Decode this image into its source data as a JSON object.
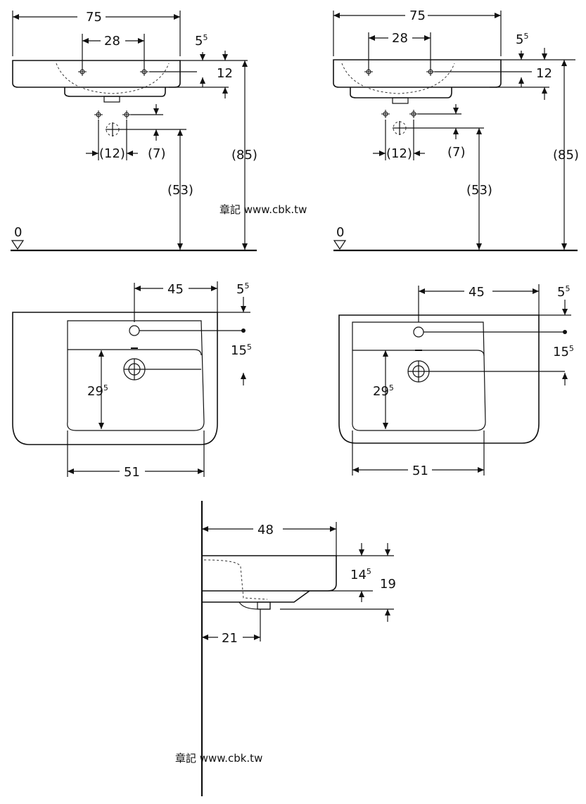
{
  "front": {
    "width": "75",
    "tap_spacing": "28",
    "top_offset": {
      "base": "5",
      "sup": "5"
    },
    "bowl_depth": "12",
    "drain_spacing": "(12)",
    "drain_offset": "(7)",
    "drain_height": "(53)",
    "rim_height": "(85)",
    "floor_level": "0"
  },
  "plan": {
    "tap_offset": "45",
    "top_offset": {
      "base": "5",
      "sup": "5"
    },
    "tap_to_drain": {
      "base": "15",
      "sup": "5"
    },
    "bowl_length": {
      "base": "29",
      "sup": "5"
    },
    "bowl_width": "51"
  },
  "side": {
    "depth": "48",
    "bowl_height": {
      "base": "14",
      "sup": "5"
    },
    "total_height": "19",
    "drain_offset": "21"
  },
  "watermark": "章記 www.cbk.tw"
}
